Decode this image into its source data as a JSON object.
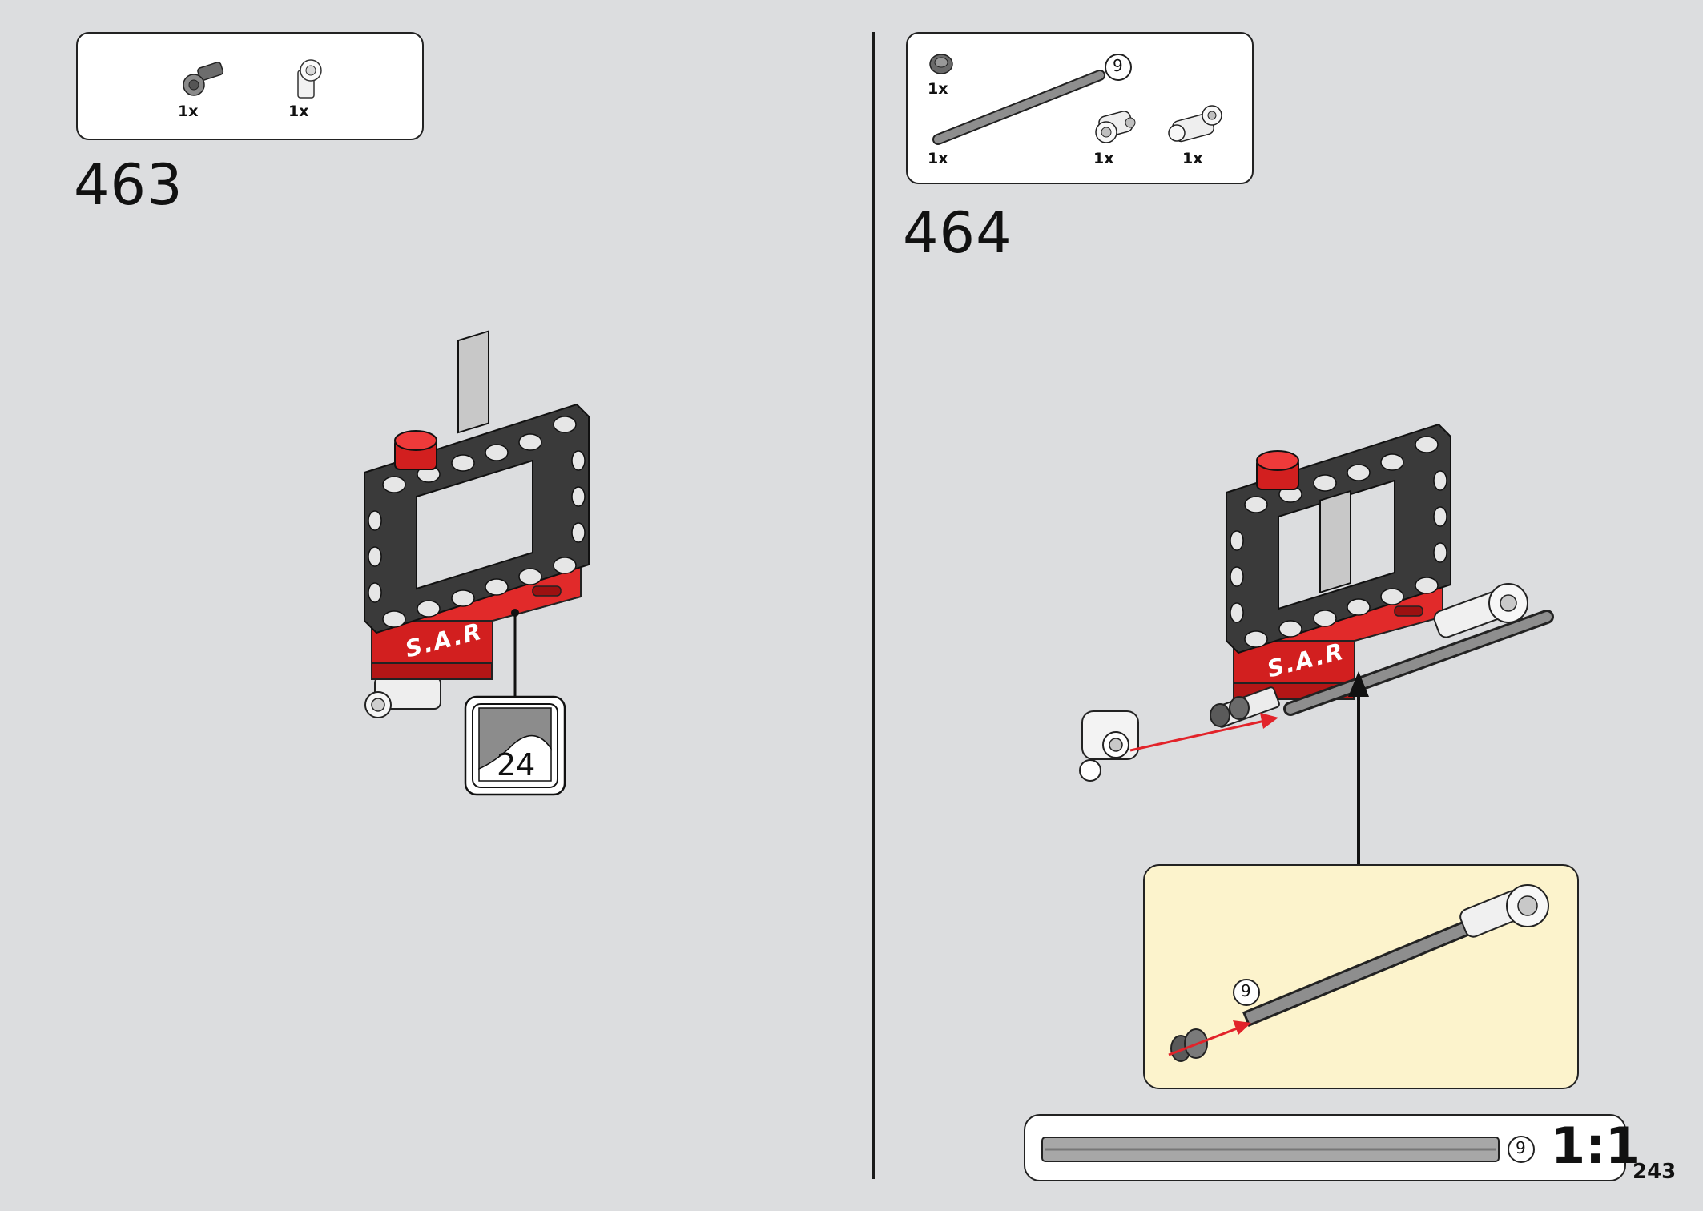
{
  "colors": {
    "background": "#dcdddf",
    "brand_red": "#d21f1f",
    "frame_dark": "#3a3a3a",
    "pin_light": "#e6e6e6",
    "submodel_bg": "#fcf3cc",
    "arrow_red": "#e2232a"
  },
  "step_463": {
    "number": "463",
    "parts": [
      {
        "name": "dark-grey-pin-connector",
        "quantity": "1x"
      },
      {
        "name": "white-axle-pin-connector",
        "quantity": "1x"
      }
    ],
    "decal_label": "S.A.R",
    "sticker_callout": {
      "icon": "sticker-sheet-icon",
      "number": "24"
    }
  },
  "step_464": {
    "number": "464",
    "parts": [
      {
        "name": "dark-grey-bush",
        "quantity": "1x"
      },
      {
        "name": "grey-axle-9",
        "quantity": "1x",
        "length_badge": "9"
      },
      {
        "name": "white-axle-connector",
        "quantity": "1x"
      },
      {
        "name": "white-angle-connector",
        "quantity": "1x"
      }
    ],
    "decal_label": "S.A.R",
    "submodel": {
      "axle_length_badge": "9"
    },
    "scale_reference": {
      "length_badge": "9",
      "scale_text": "1:1"
    }
  },
  "page_number": "243"
}
